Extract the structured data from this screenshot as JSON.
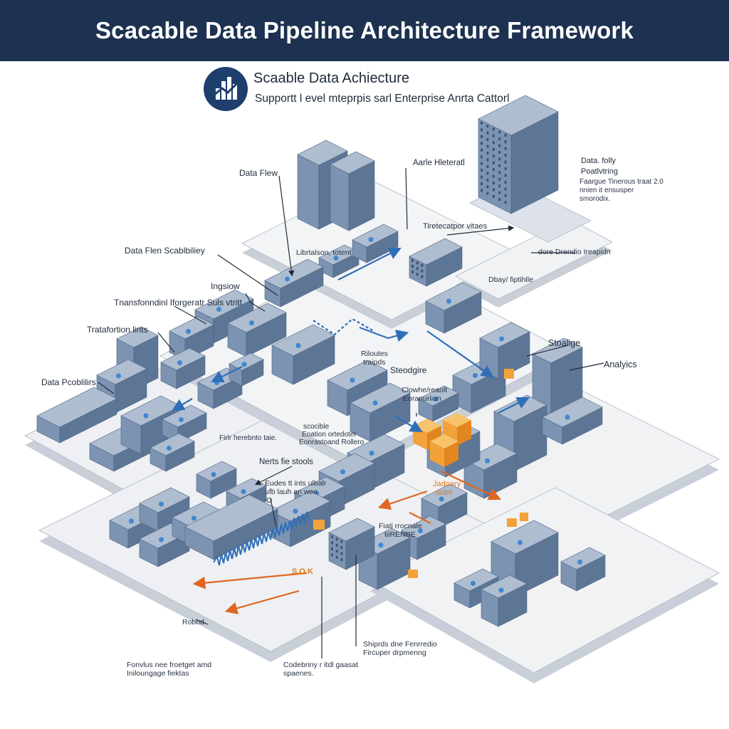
{
  "header": {
    "title": "Scacable Data Pipeline Architecture Framework"
  },
  "logo": {
    "icon": "bar-chart-icon"
  },
  "subtitle": {
    "title": "Scaable Data Achiecture",
    "line": "Supportt l evel mteprpis sarl Enterprise Anrta Cattorl"
  },
  "labels": {
    "data_flew": "Data Flew",
    "data_flen_scalability": "Data Flen Scablbiliey",
    "ingsion": "Ingsiow",
    "transfondion": "Tnansfonndinl Iforgeratr Suls vtritt",
    "tratafortion": "Tratafortion lints",
    "data_pcoblilirs": "Data Pcoblilirs",
    "airle_hiterad": "Aarle Hleteratl",
    "tiretoatop": "Tiretecatpor vitaes",
    "librtation": "Librtalson, totent",
    "data_folly_l1": "Data. folly",
    "data_folly_l2": "Poatlvtring",
    "data_folly_l3": "Faargue Tinerous traat 2.0",
    "data_folly_l4": "nnien it ensusper",
    "data_folly_l5": "smorodix.",
    "dore_drendio": "dore Drendio Ireapidn",
    "dbay_fiptihlle": "Dbay/ fiptihlle",
    "riloutes_l1": "Riloutes",
    "riloutes_l2": "traipds",
    "steodgire": "Steodgire",
    "stoalige": "Stoalige",
    "analyics": "Analyics",
    "clowhe_l1": "Clowhe/reaolt",
    "clowhe_l2": "Eoranuriion",
    "soocible_l1": "scocible",
    "soocible_l2": "Eoation ortedoter",
    "soocible_l3": "Eonrastoand Rollero",
    "firlr_herebnto": "Firlr herebnto taie.",
    "nerts_fe_steols": "Nerts fie stools",
    "eudes_l1": "Eudes tt ints ulbalr",
    "eudes_l2": "ufb lauh an weo",
    "eudes_l3": "O",
    "jadoory_l1": "Jadoary",
    "jadoory_l2": "oobil",
    "fiath_l1": "Fiati rrocnale",
    "fiath_l2": "tiiRENBE",
    "saok": "S.O.K",
    "robnd": "Robnd",
    "fonvlus_l1": "Fonvlus nee froetget amd",
    "fonvlus_l2": "Iniloungage fiektas",
    "codebriny_l1": "Codebriny r itdl gaasat",
    "codebriny_l2": "spaenes.",
    "shiprio_l1": "Shiprds dne Fenrredio",
    "shiprio_l2": "Fircuper drpmenng"
  },
  "colors": {
    "header_bg": "#1d3150",
    "block_top": "#aebdd0",
    "block_left": "#7c93b2",
    "block_right": "#5e7696",
    "platform_top": "#eef0f3",
    "platform_side": "#c9cfd8",
    "accent_orange": "#f2a23a",
    "accent_blue": "#2f7dd1",
    "arrow_orange": "#e0651f"
  }
}
